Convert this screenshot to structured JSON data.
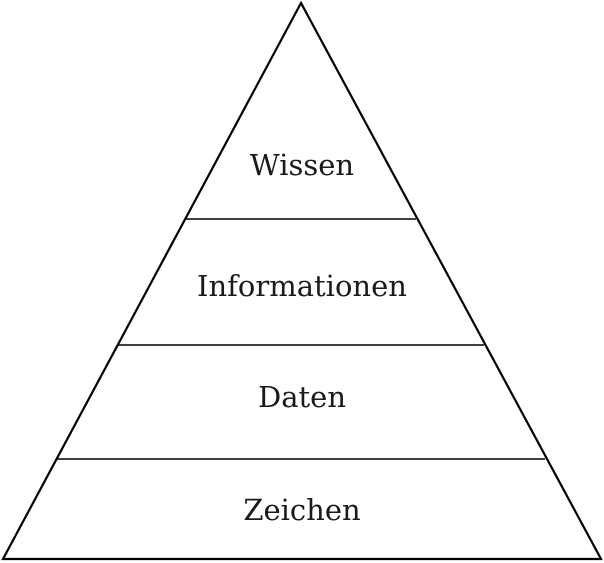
{
  "pyramid": {
    "levels": [
      {
        "label": "Wissen"
      },
      {
        "label": "Informationen"
      },
      {
        "label": "Daten"
      },
      {
        "label": "Zeichen"
      }
    ]
  }
}
